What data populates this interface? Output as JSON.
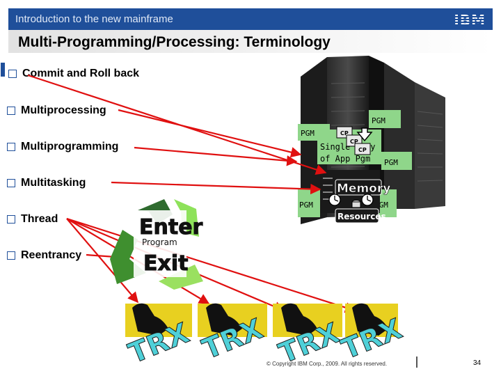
{
  "header": {
    "title": "Introduction to the new mainframe",
    "logo": "IBM"
  },
  "slide": {
    "title": "Multi-Programming/Processing: Terminology"
  },
  "bullets": [
    "Commit and Roll back",
    "Multiprocessing",
    "Multiprogramming",
    "Multitasking",
    "Thread",
    "Reentrancy"
  ],
  "diagram": {
    "pgm": "PGM",
    "cp": "CP",
    "single_copy": "Single copy",
    "of_app_pgm": "of App Pgm",
    "memory": "Memory",
    "resources": "Resources",
    "enter": "Enter",
    "program": "Program",
    "exit": "Exit",
    "trx": "TRX"
  },
  "footer": {
    "copyright": "© Copyright IBM Corp., 2009. All rights reserved.",
    "page": "34"
  },
  "colors": {
    "brand_blue": "#1f4f9a",
    "arrow_red": "#e01010",
    "pgm_green": "#8fd68a",
    "trx_cyan": "#4fd0d8",
    "trx_yellow": "#e8d020"
  }
}
